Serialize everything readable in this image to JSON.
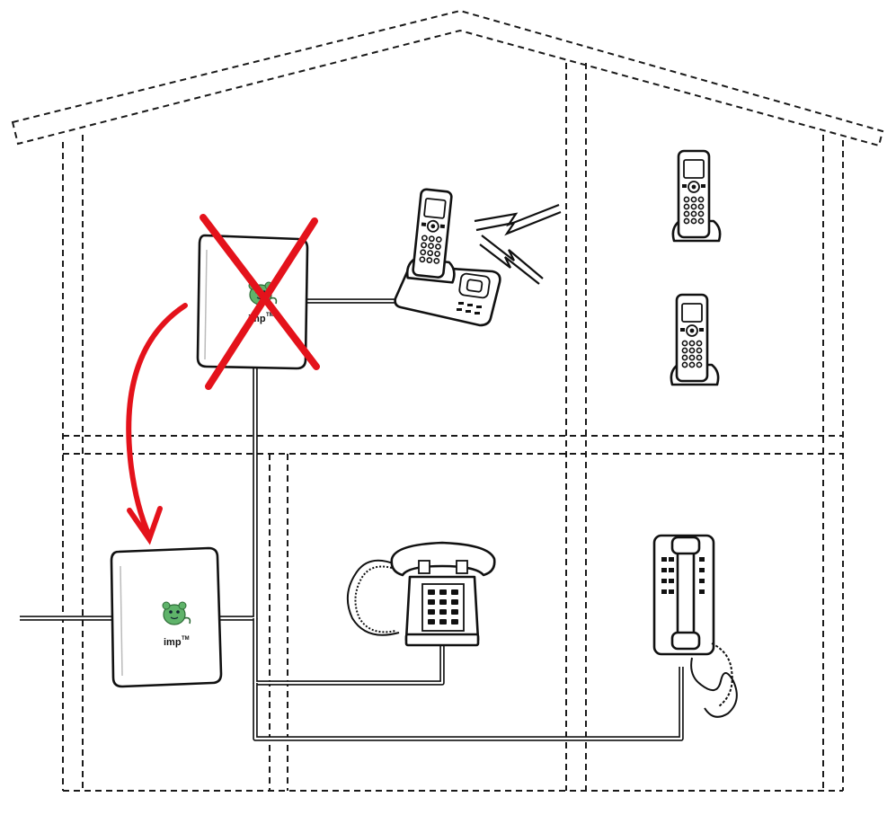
{
  "devices": {
    "old_filter_label": "imp",
    "new_filter_label": "imp",
    "trademark": "TM",
    "marker_color": "#e4121b",
    "mascot_color": "#5fb36a"
  },
  "icons": [
    "filter-box-icon",
    "imp-mascot-icon",
    "cordless-base-phone-icon",
    "cordless-handset-icon",
    "desk-phone-icon",
    "wall-phone-icon",
    "cross-mark-icon",
    "move-arrow-icon",
    "wireless-signal-icon"
  ]
}
